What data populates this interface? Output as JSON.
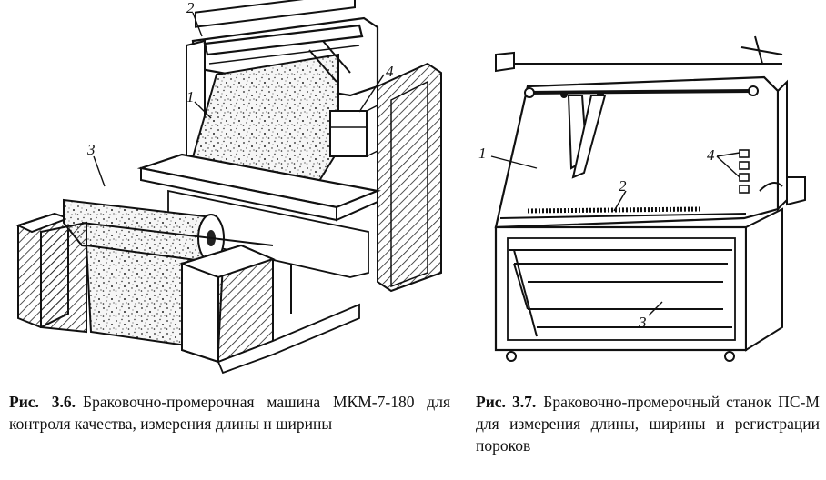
{
  "figure_left": {
    "callouts": [
      "2",
      "1",
      "4",
      "3"
    ],
    "caption_number": "Рис. 3.6.",
    "caption_text": "Браковочно-промерочная машина МКМ-7-180 для контроля качества, измерения длины н ширины"
  },
  "figure_right": {
    "callouts": [
      "1",
      "2",
      "4",
      "3"
    ],
    "caption_number": "Рис. 3.7.",
    "caption_text": "Браковочно-промерочный станок ПС-М для измерения длины, ширины и регистрации пороков"
  }
}
